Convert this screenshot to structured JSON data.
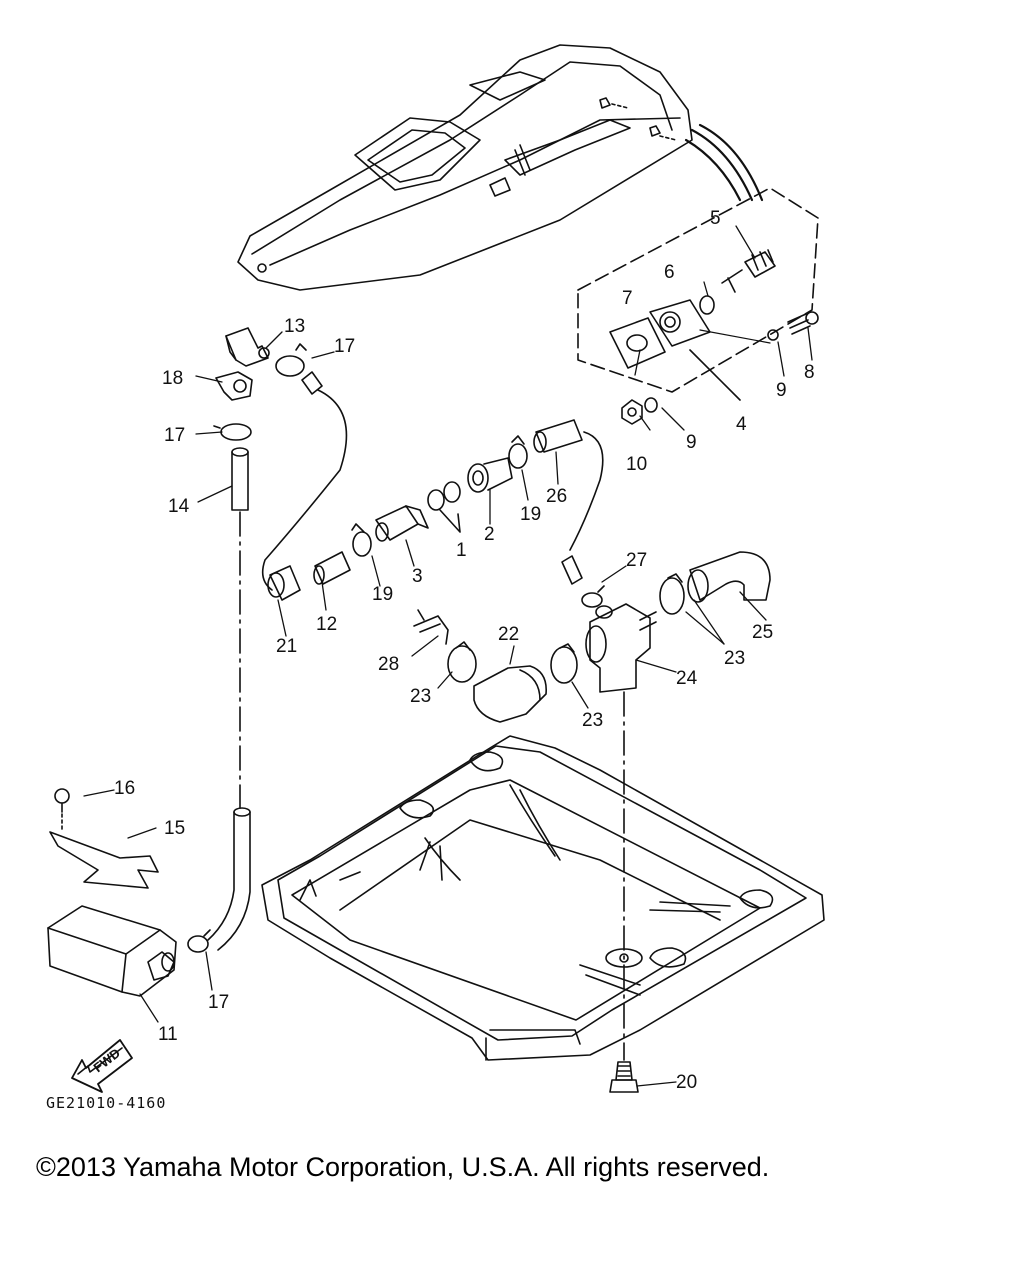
{
  "diagram": {
    "reference_code": "GE21010-4160",
    "copyright": "©2013 Yamaha Motor Corporation, U.S.A. All rights reserved.",
    "fwd_label": "FWD",
    "callouts": {
      "p1": "1",
      "p2": "2",
      "p3": "3",
      "p4": "4",
      "p5": "5",
      "p6": "6",
      "p7": "7",
      "p8": "8",
      "p9a": "9",
      "p9b": "9",
      "p10": "10",
      "p11": "11",
      "p12": "12",
      "p13": "13",
      "p14": "14",
      "p15": "15",
      "p16": "16",
      "p17a": "17",
      "p17b": "17",
      "p17c": "17",
      "p18": "18",
      "p19a": "19",
      "p19b": "19",
      "p20": "20",
      "p21": "21",
      "p22": "22",
      "p23a": "23",
      "p23b": "23",
      "p23c": "23",
      "p24": "24",
      "p25": "25",
      "p26": "26",
      "p27": "27",
      "p28": "28"
    }
  }
}
